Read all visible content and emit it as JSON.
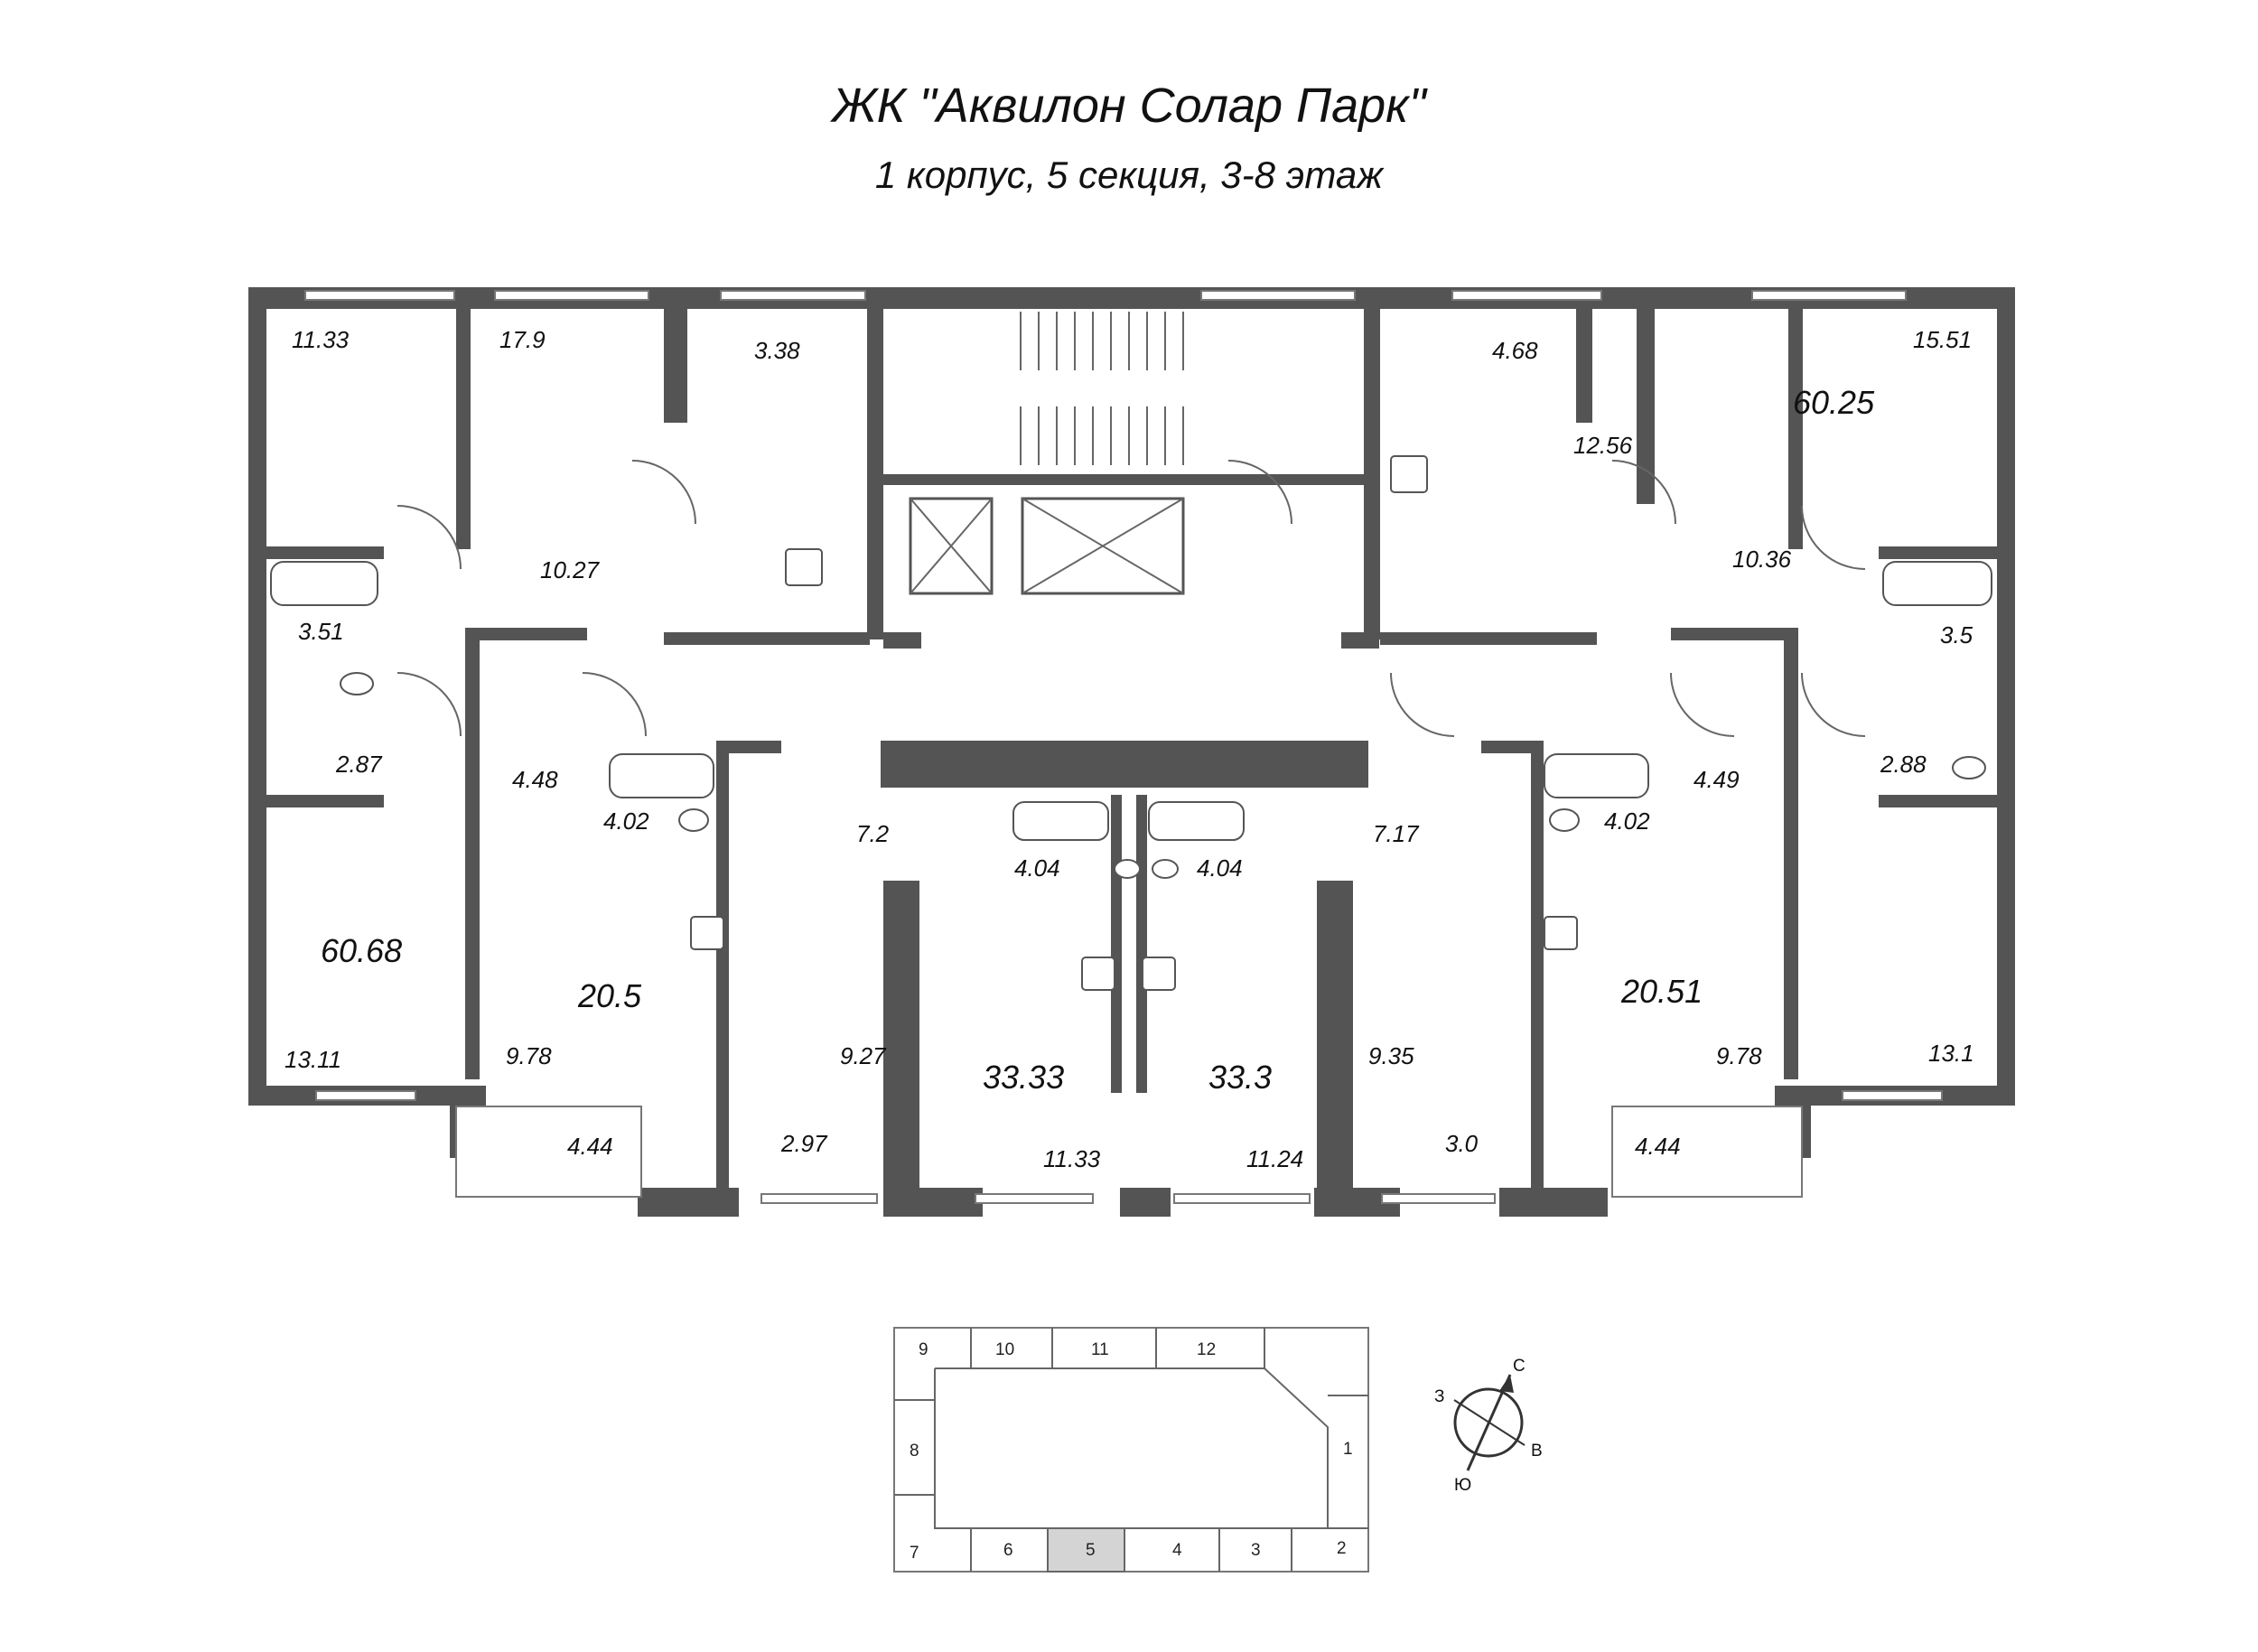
{
  "header": {
    "title": "ЖК \"Аквилон Солар Парк\"",
    "subtitle": "1 корпус, 5 секция, 3-8 этаж"
  },
  "apartments": [
    {
      "total": "60.68"
    },
    {
      "total": "20.5"
    },
    {
      "total": "33.33"
    },
    {
      "total": "33.3"
    },
    {
      "total": "20.51"
    },
    {
      "total": "60.25"
    }
  ],
  "rooms": {
    "r11_33a": "11.33",
    "r17_9": "17.9",
    "r3_38": "3.38",
    "r10_27": "10.27",
    "r3_51": "3.51",
    "r2_87": "2.87",
    "r13_11": "13.11",
    "r4_48": "4.48",
    "r4_02a": "4.02",
    "r7_2": "7.2",
    "r9_78a": "9.78",
    "r4_44a": "4.44",
    "r9_27": "9.27",
    "r2_97": "2.97",
    "r4_04a": "4.04",
    "r4_04b": "4.04",
    "r11_33b": "11.33",
    "r11_24": "11.24",
    "r7_17": "7.17",
    "r9_35": "9.35",
    "r3_0": "3.0",
    "r4_02b": "4.02",
    "r4_49": "4.49",
    "r9_78b": "9.78",
    "r4_44b": "4.44",
    "r13_1": "13.1",
    "r4_68": "4.68",
    "r12_56": "12.56",
    "r15_51": "15.51",
    "r10_36": "10.36",
    "r3_5": "3.5",
    "r2_88": "2.88"
  },
  "key_plan": {
    "sections": [
      "1",
      "2",
      "3",
      "4",
      "5",
      "6",
      "7",
      "8",
      "9",
      "10",
      "11",
      "12"
    ],
    "highlighted": "5",
    "highlight_color": "#d4d4d4"
  },
  "compass": {
    "north": "С",
    "south": "Ю",
    "west": "З",
    "east": "В"
  },
  "colors": {
    "wall": "#545454"
  }
}
